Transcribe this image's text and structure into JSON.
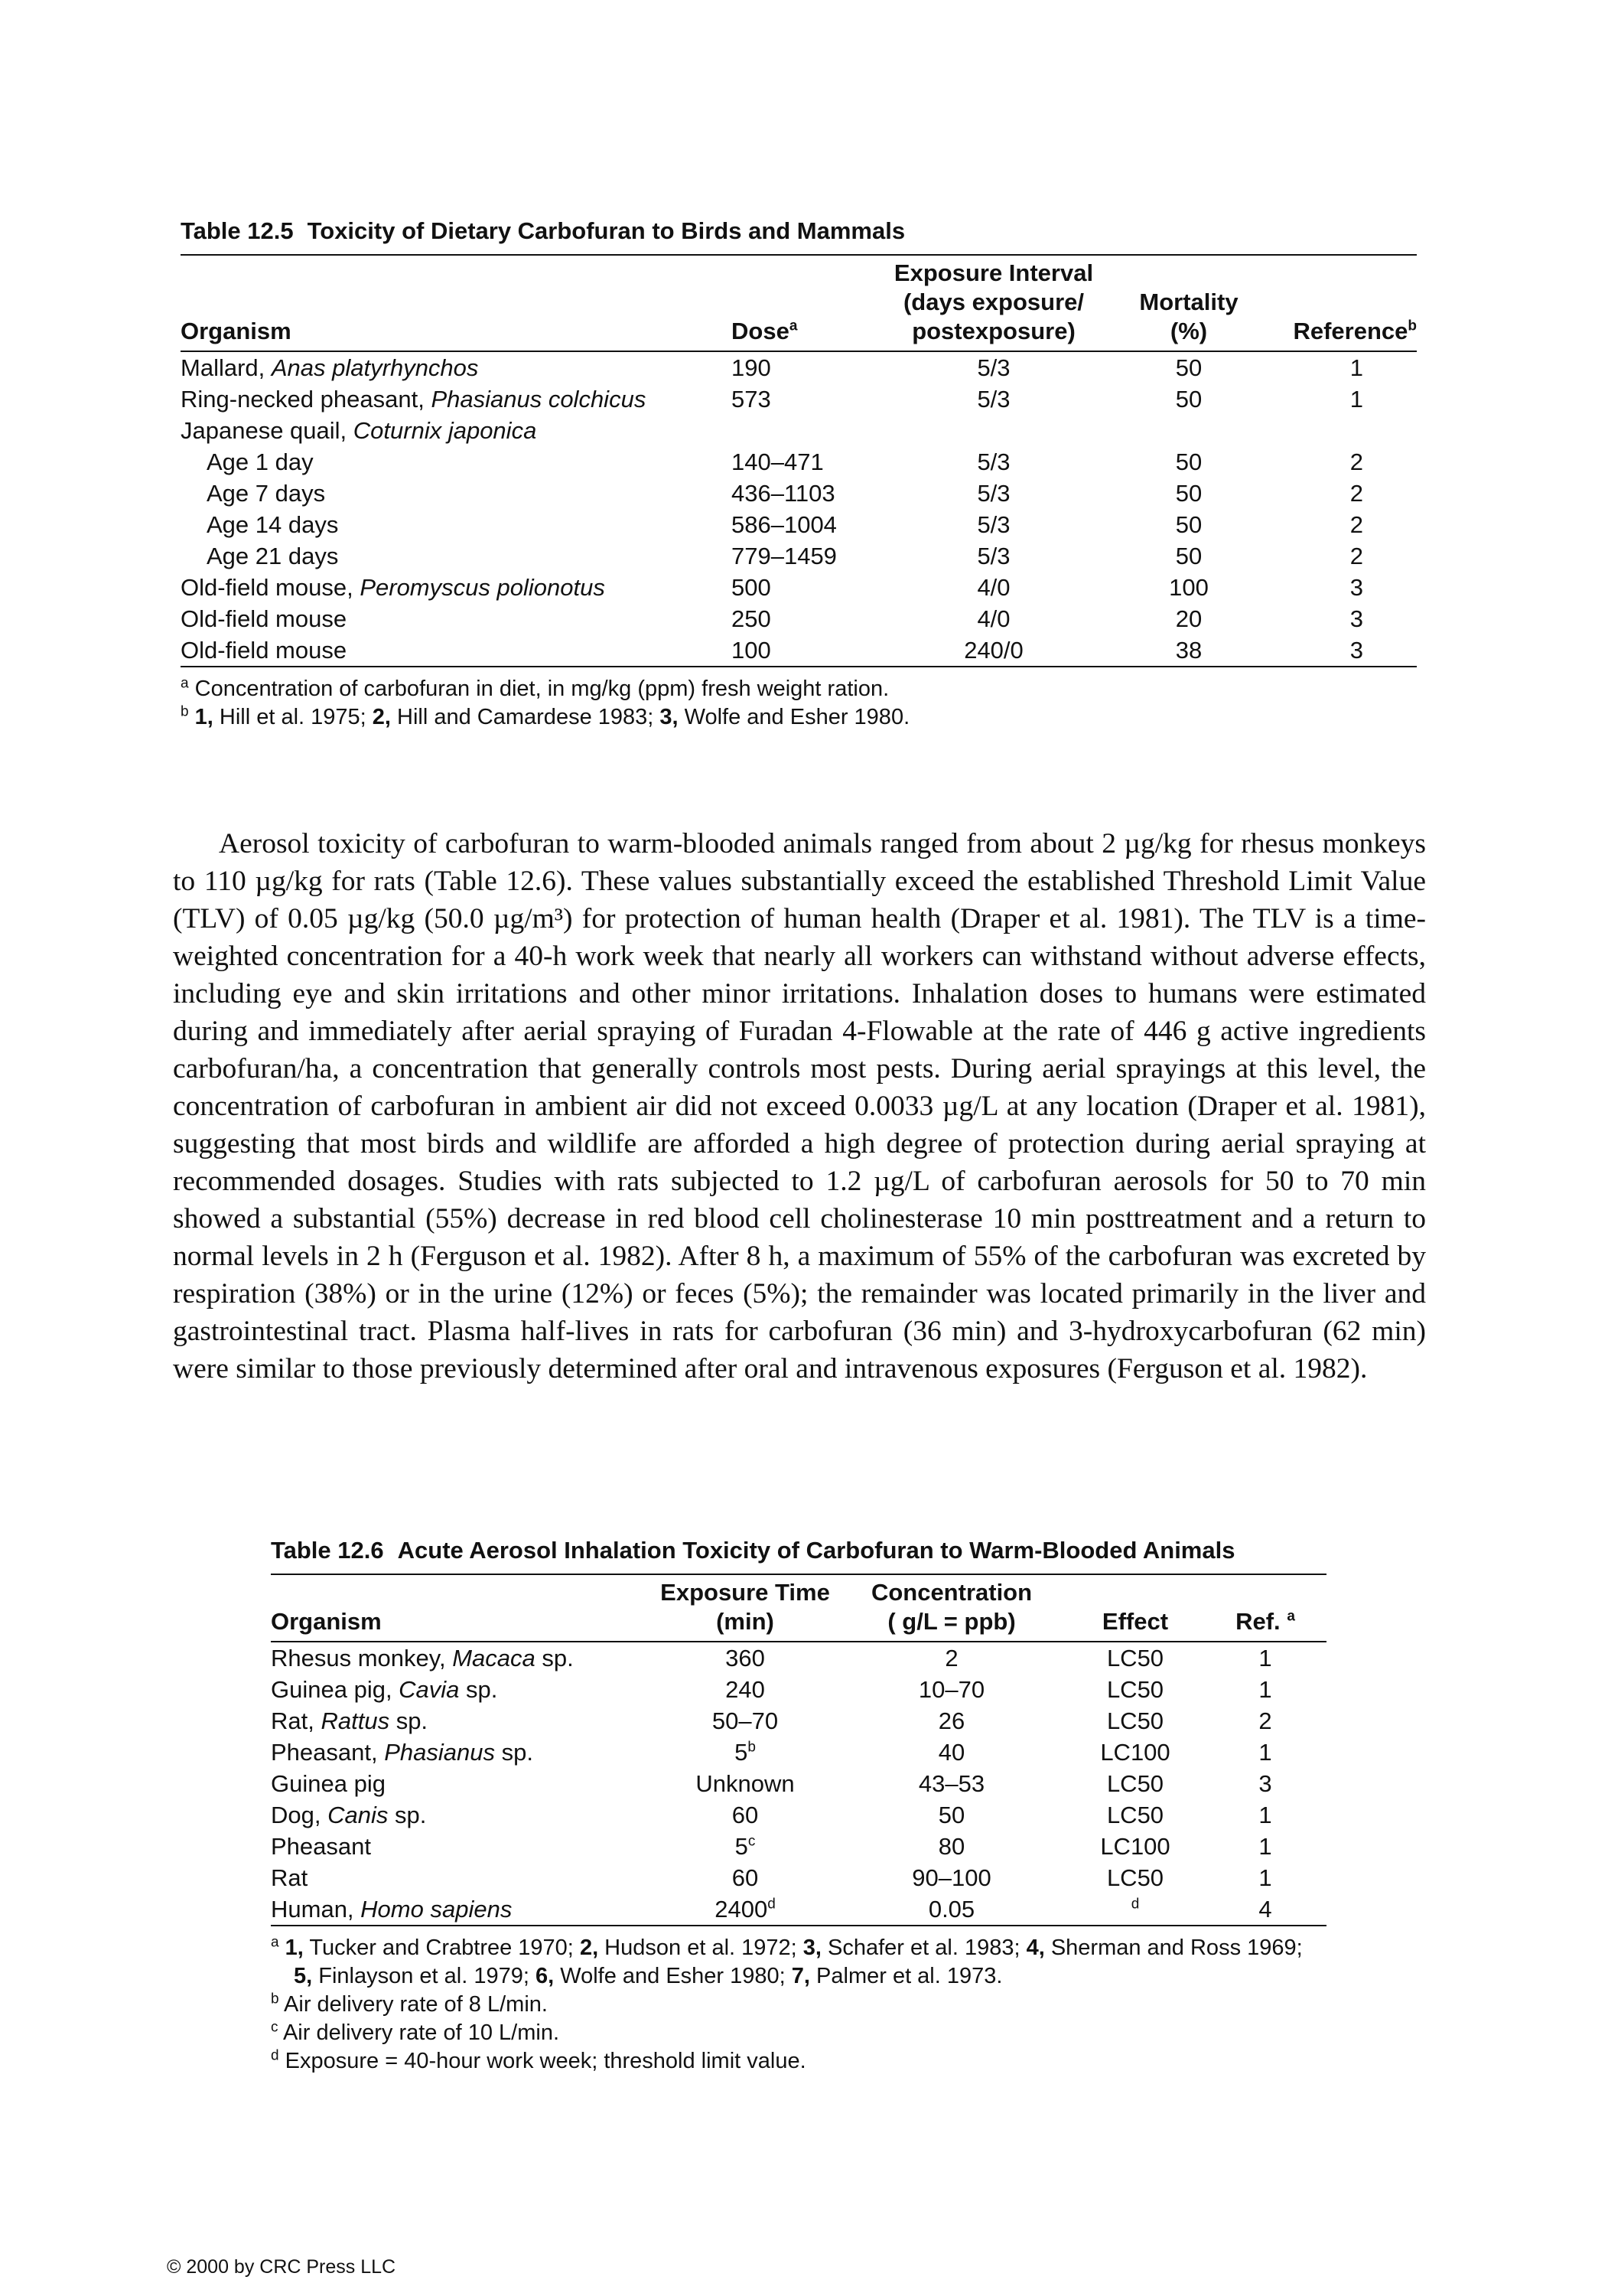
{
  "table1": {
    "caption_number": "Table 12.5",
    "caption_title": "Toxicity of Dietary Carbofuran to Birds and Mammals",
    "headers": {
      "organism": "Organism",
      "dose": "Dose",
      "dose_sup": "a",
      "exposure_1": "Exposure Interval",
      "exposure_2": "(days exposure/",
      "exposure_3": "postexposure)",
      "mortality_1": "Mortality",
      "mortality_2": "(%)",
      "reference": "Reference",
      "reference_sup": "b"
    },
    "rows": [
      {
        "common": "Mallard, ",
        "latin": "Anas platyrhynchos",
        "dose": "190",
        "exposure": "5/3",
        "mortality": "50",
        "ref": "1"
      },
      {
        "common": "Ring-necked pheasant, ",
        "latin": "Phasianus colchicus",
        "dose": "573",
        "exposure": "5/3",
        "mortality": "50",
        "ref": "1"
      },
      {
        "common": "Japanese quail, ",
        "latin": "Coturnix japonica",
        "dose": "",
        "exposure": "",
        "mortality": "",
        "ref": ""
      },
      {
        "common": "Age 1 day",
        "latin": "",
        "dose": "140–471",
        "exposure": "5/3",
        "mortality": "50",
        "ref": "2"
      },
      {
        "common": "Age 7 days",
        "latin": "",
        "dose": "436–1103",
        "exposure": "5/3",
        "mortality": "50",
        "ref": "2"
      },
      {
        "common": "Age 14 days",
        "latin": "",
        "dose": "586–1004",
        "exposure": "5/3",
        "mortality": "50",
        "ref": "2"
      },
      {
        "common": "Age 21 days",
        "latin": "",
        "dose": "779–1459",
        "exposure": "5/3",
        "mortality": "50",
        "ref": "2"
      },
      {
        "common": "Old-field mouse, ",
        "latin": "Peromyscus polionotus",
        "dose": "500",
        "exposure": "4/0",
        "mortality": "100",
        "ref": "3"
      },
      {
        "common": "Old-field mouse",
        "latin": "",
        "dose": "250",
        "exposure": "4/0",
        "mortality": "20",
        "ref": "3"
      },
      {
        "common": "Old-field mouse",
        "latin": "",
        "dose": "100",
        "exposure": "240/0",
        "mortality": "38",
        "ref": "3"
      }
    ],
    "footnote_a_mark": "a",
    "footnote_a": "Concentration of carbofuran in diet, in mg/kg (ppm) fresh weight ration.",
    "footnote_b_mark": "b",
    "footnote_b": {
      "n1": "1,",
      "t1": " Hill et al. 1975; ",
      "n2": "2,",
      "t2": " Hill and Camardese 1983; ",
      "n3": "3,",
      "t3": " Wolfe and Esher 1980."
    }
  },
  "body_paragraph": "Aerosol toxicity of carbofuran to warm-blooded animals ranged from about 2 µg/kg for rhesus monkeys to 110 µg/kg for rats (Table 12.6). These values substantially exceed the established Threshold Limit Value (TLV) of 0.05 µg/kg (50.0 µg/m³) for protection of human health (Draper et al. 1981). The TLV is a time-weighted concentration for a 40-h work week that nearly all workers can withstand without adverse effects, including eye and skin irritations and other minor irritations. Inhalation doses to humans were estimated during and immediately after aerial spraying of Furadan 4-Flowable at the rate of 446 g active ingredients carbofuran/ha, a concentration that generally controls most pests. During aerial sprayings at this level, the concentration of carbofuran in ambient air did not exceed 0.0033 µg/L at any location (Draper et al. 1981), suggesting that most birds and wildlife are afforded a high degree of protection during aerial spraying at recommended dosages. Studies with rats subjected to 1.2 µg/L of carbofuran aerosols for 50 to 70 min showed a substantial (55%) decrease in red blood cell cholinesterase 10 min posttreatment and a return to normal levels in 2 h (Ferguson et al. 1982). After 8 h, a maximum of 55% of the carbofuran was excreted by respiration (38%) or in the urine (12%) or feces (5%); the remainder was located primarily in the liver and gastrointestinal tract. Plasma half-lives in rats for carbofuran (36 min) and 3-hydroxycarbofuran (62 min) were similar to those previously determined after oral and intravenous exposures (Ferguson et al. 1982).",
  "table2": {
    "caption_number": "Table 12.6",
    "caption_title": "Acute Aerosol Inhalation Toxicity of Carbofuran to Warm-Blooded Animals",
    "headers": {
      "organism": "Organism",
      "time_1": "Exposure Time",
      "time_2": "(min)",
      "conc_1": "Concentration",
      "conc_2": "( g/L = ppb)",
      "effect": "Effect",
      "ref": "Ref.",
      "ref_sup": "a"
    },
    "rows": [
      {
        "common": "Rhesus monkey, ",
        "latin": "Macaca",
        "suffix": " sp.",
        "time": "360",
        "time_sup": "",
        "conc": "2",
        "effect": "LC50",
        "effect_sup": "",
        "ref": "1"
      },
      {
        "common": "Guinea pig, ",
        "latin": "Cavia",
        "suffix": " sp.",
        "time": "240",
        "time_sup": "",
        "conc": "10–70",
        "effect": "LC50",
        "effect_sup": "",
        "ref": "1"
      },
      {
        "common": "Rat, ",
        "latin": "Rattus",
        "suffix": " sp.",
        "time": "50–70",
        "time_sup": "",
        "conc": "26",
        "effect": "LC50",
        "effect_sup": "",
        "ref": "2"
      },
      {
        "common": "Pheasant, ",
        "latin": "Phasianus",
        "suffix": " sp.",
        "time": "5",
        "time_sup": "b",
        "conc": "40",
        "effect": "LC100",
        "effect_sup": "",
        "ref": "1"
      },
      {
        "common": "Guinea pig",
        "latin": "",
        "suffix": "",
        "time": "Unknown",
        "time_sup": "",
        "conc": "43–53",
        "effect": "LC50",
        "effect_sup": "",
        "ref": "3"
      },
      {
        "common": "Dog, ",
        "latin": "Canis",
        "suffix": " sp.",
        "time": "60",
        "time_sup": "",
        "conc": "50",
        "effect": "LC50",
        "effect_sup": "",
        "ref": "1"
      },
      {
        "common": "Pheasant",
        "latin": "",
        "suffix": "",
        "time": "5",
        "time_sup": "c",
        "conc": "80",
        "effect": "LC100",
        "effect_sup": "",
        "ref": "1"
      },
      {
        "common": "Rat",
        "latin": "",
        "suffix": "",
        "time": "60",
        "time_sup": "",
        "conc": "90–100",
        "effect": "LC50",
        "effect_sup": "",
        "ref": "1"
      },
      {
        "common": "Human, ",
        "latin": "Homo sapiens",
        "suffix": "",
        "time": "2400",
        "time_sup": "d",
        "conc": "0.05",
        "effect": "",
        "effect_sup": "d",
        "ref": "4"
      }
    ],
    "footnote_a_mark": "a",
    "footnote_a": {
      "n1": "1,",
      "t1": " Tucker and Crabtree 1970; ",
      "n2": "2,",
      "t2": " Hudson et al. 1972; ",
      "n3": "3,",
      "t3": " Schafer et al. 1983; ",
      "n4": "4,",
      "t4": " Sherman and Ross 1969; ",
      "n5": "5,",
      "t5": " Finlayson et al. 1979; ",
      "n6": "6,",
      "t6": " Wolfe and Esher 1980; ",
      "n7": "7,",
      "t7": " Palmer et al. 1973."
    },
    "footnote_b_mark": "b",
    "footnote_b": "Air delivery rate of 8 L/min.",
    "footnote_c_mark": "c",
    "footnote_c": "Air delivery rate of 10 L/min.",
    "footnote_d_mark": "d",
    "footnote_d": "Exposure = 40-hour work week; threshold limit value."
  },
  "copyright": "© 2000 by CRC Press LLC"
}
